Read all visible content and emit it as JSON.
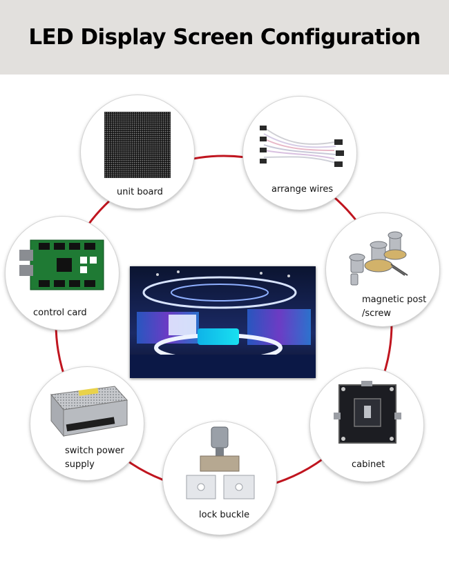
{
  "title": "LED Display Screen Configuration",
  "colors": {
    "header_bg": "#e2e0dd",
    "ring": "#c0151f",
    "node_border": "#d4d4d4"
  },
  "components": [
    {
      "id": "unit-board",
      "label": "unit board",
      "icon": "led-module-icon"
    },
    {
      "id": "arrange-wires",
      "label": "arrange wires",
      "icon": "ribbon-cable-icon"
    },
    {
      "id": "magnetic-post",
      "label": "magnetic post /screw",
      "icon": "magnetic-post-icon"
    },
    {
      "id": "cabinet",
      "label": "cabinet",
      "icon": "cabinet-icon"
    },
    {
      "id": "lock-buckle",
      "label": "lock buckle",
      "icon": "lock-buckle-icon"
    },
    {
      "id": "switch-power-supply",
      "label": "switch power supply",
      "icon": "power-supply-icon"
    },
    {
      "id": "control-card",
      "label": "control card",
      "icon": "control-card-icon"
    }
  ],
  "center": {
    "icon": "led-screen-studio-image"
  }
}
